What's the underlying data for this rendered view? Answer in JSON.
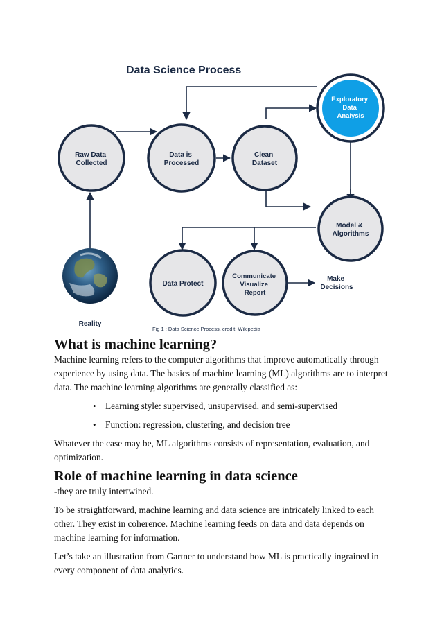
{
  "figure": {
    "title": "Data Science Process",
    "nodes": {
      "raw": [
        "Raw Data",
        "Collected"
      ],
      "processed": [
        "Data is",
        "Processed"
      ],
      "clean": [
        "Clean",
        "Dataset"
      ],
      "eda": [
        "Exploratory",
        "Data",
        "Analysis"
      ],
      "model": [
        "Model &",
        "Algorithms"
      ],
      "protect": [
        "Data Protect"
      ],
      "communicate": [
        "Communicate",
        "Visualize",
        "Report"
      ],
      "decisions": [
        "Make",
        "Decisions"
      ],
      "reality": "Reality"
    },
    "caption": "Fig 1 : Data Science Process, credit: Wikipedia",
    "colors": {
      "circle_fill": "#e6e6e8",
      "circle_ring": "#1b2a44",
      "accent": "#0f9fe6",
      "text": "#1b2a44"
    }
  },
  "sections": {
    "ml_heading": "What is machine learning?",
    "ml_para_1": "Machine learning refers to the computer algorithms that improve automatically through experience by using data. The basics of machine learning (ML) algorithms are to interpret data. The machine learning algorithms are generally classified as:",
    "bullets": [
      "Learning style: supervised, unsupervised, and semi-supervised",
      "Function: regression, clustering, and decision tree"
    ],
    "ml_para_2": "Whatever the case may be, ML algorithms consists of representation, evaluation, and optimization.",
    "role_heading": "Role of machine learning in data science",
    "role_sub": "-they are truly intertwined.",
    "role_para_1": "To be straightforward, machine learning and data science are intricately linked to each other. They exist in coherence. Machine learning feeds on data and data depends on machine learning for information.",
    "role_para_2": "Let’s take an illustration from Gartner to understand how ML is practically ingrained in every component of data analytics."
  }
}
